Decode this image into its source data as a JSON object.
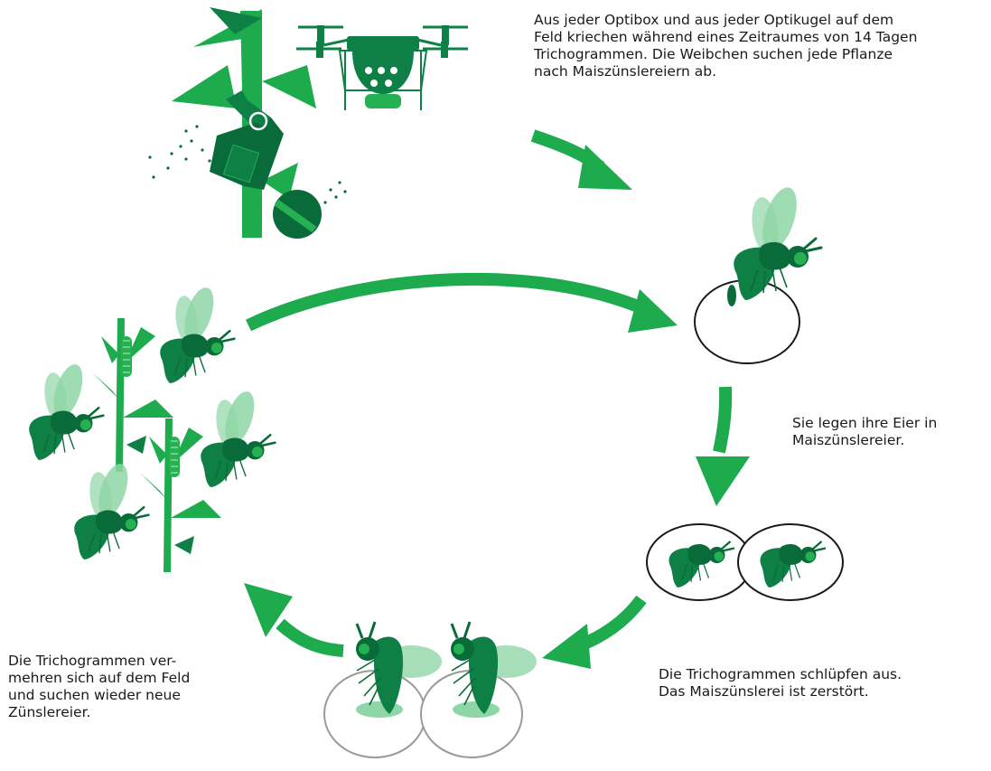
{
  "colors": {
    "green_bright": "#1DAB4E",
    "green_mid": "#25B052",
    "green_dark": "#0E7F45",
    "green_deep": "#0A6B3A",
    "green_light": "#8FD6A6",
    "outline": "#1a1a1a",
    "outline_gray": "#9a9a9a"
  },
  "captions": {
    "release": "Aus jeder Optibox und aus jeder Optikugel auf dem\nFeld kriechen während eines Zeitraumes von 14 Tagen\nTrichogrammen. Die Weibchen suchen jede Pflanze\nnach Maiszünslereiern ab.",
    "lay_eggs": "Sie legen ihre Eier in\nMaiszünslereier.",
    "hatch": "Die Trichogrammen schlüpfen aus.\nDas Maiszünslerei ist zerstört.",
    "multiply": "Die Trichogrammen ver-\nmehren sich auf dem Feld\nund suchen wieder neue\nZünslereier."
  },
  "stages": [
    {
      "id": "release",
      "icons": [
        "corn-plant-icon",
        "optibox-icon",
        "optiball-icon",
        "drone-icon"
      ]
    },
    {
      "id": "search",
      "icons": [
        "wasp-icon",
        "host-egg-icon"
      ]
    },
    {
      "id": "lay_eggs",
      "icons": [
        "parasitized-egg-icon",
        "parasitized-egg-icon"
      ]
    },
    {
      "id": "hatch",
      "icons": [
        "hatching-wasp-icon",
        "empty-egg-icon"
      ]
    },
    {
      "id": "multiply",
      "icons": [
        "corn-plant-icon",
        "wasp-icon"
      ]
    }
  ]
}
